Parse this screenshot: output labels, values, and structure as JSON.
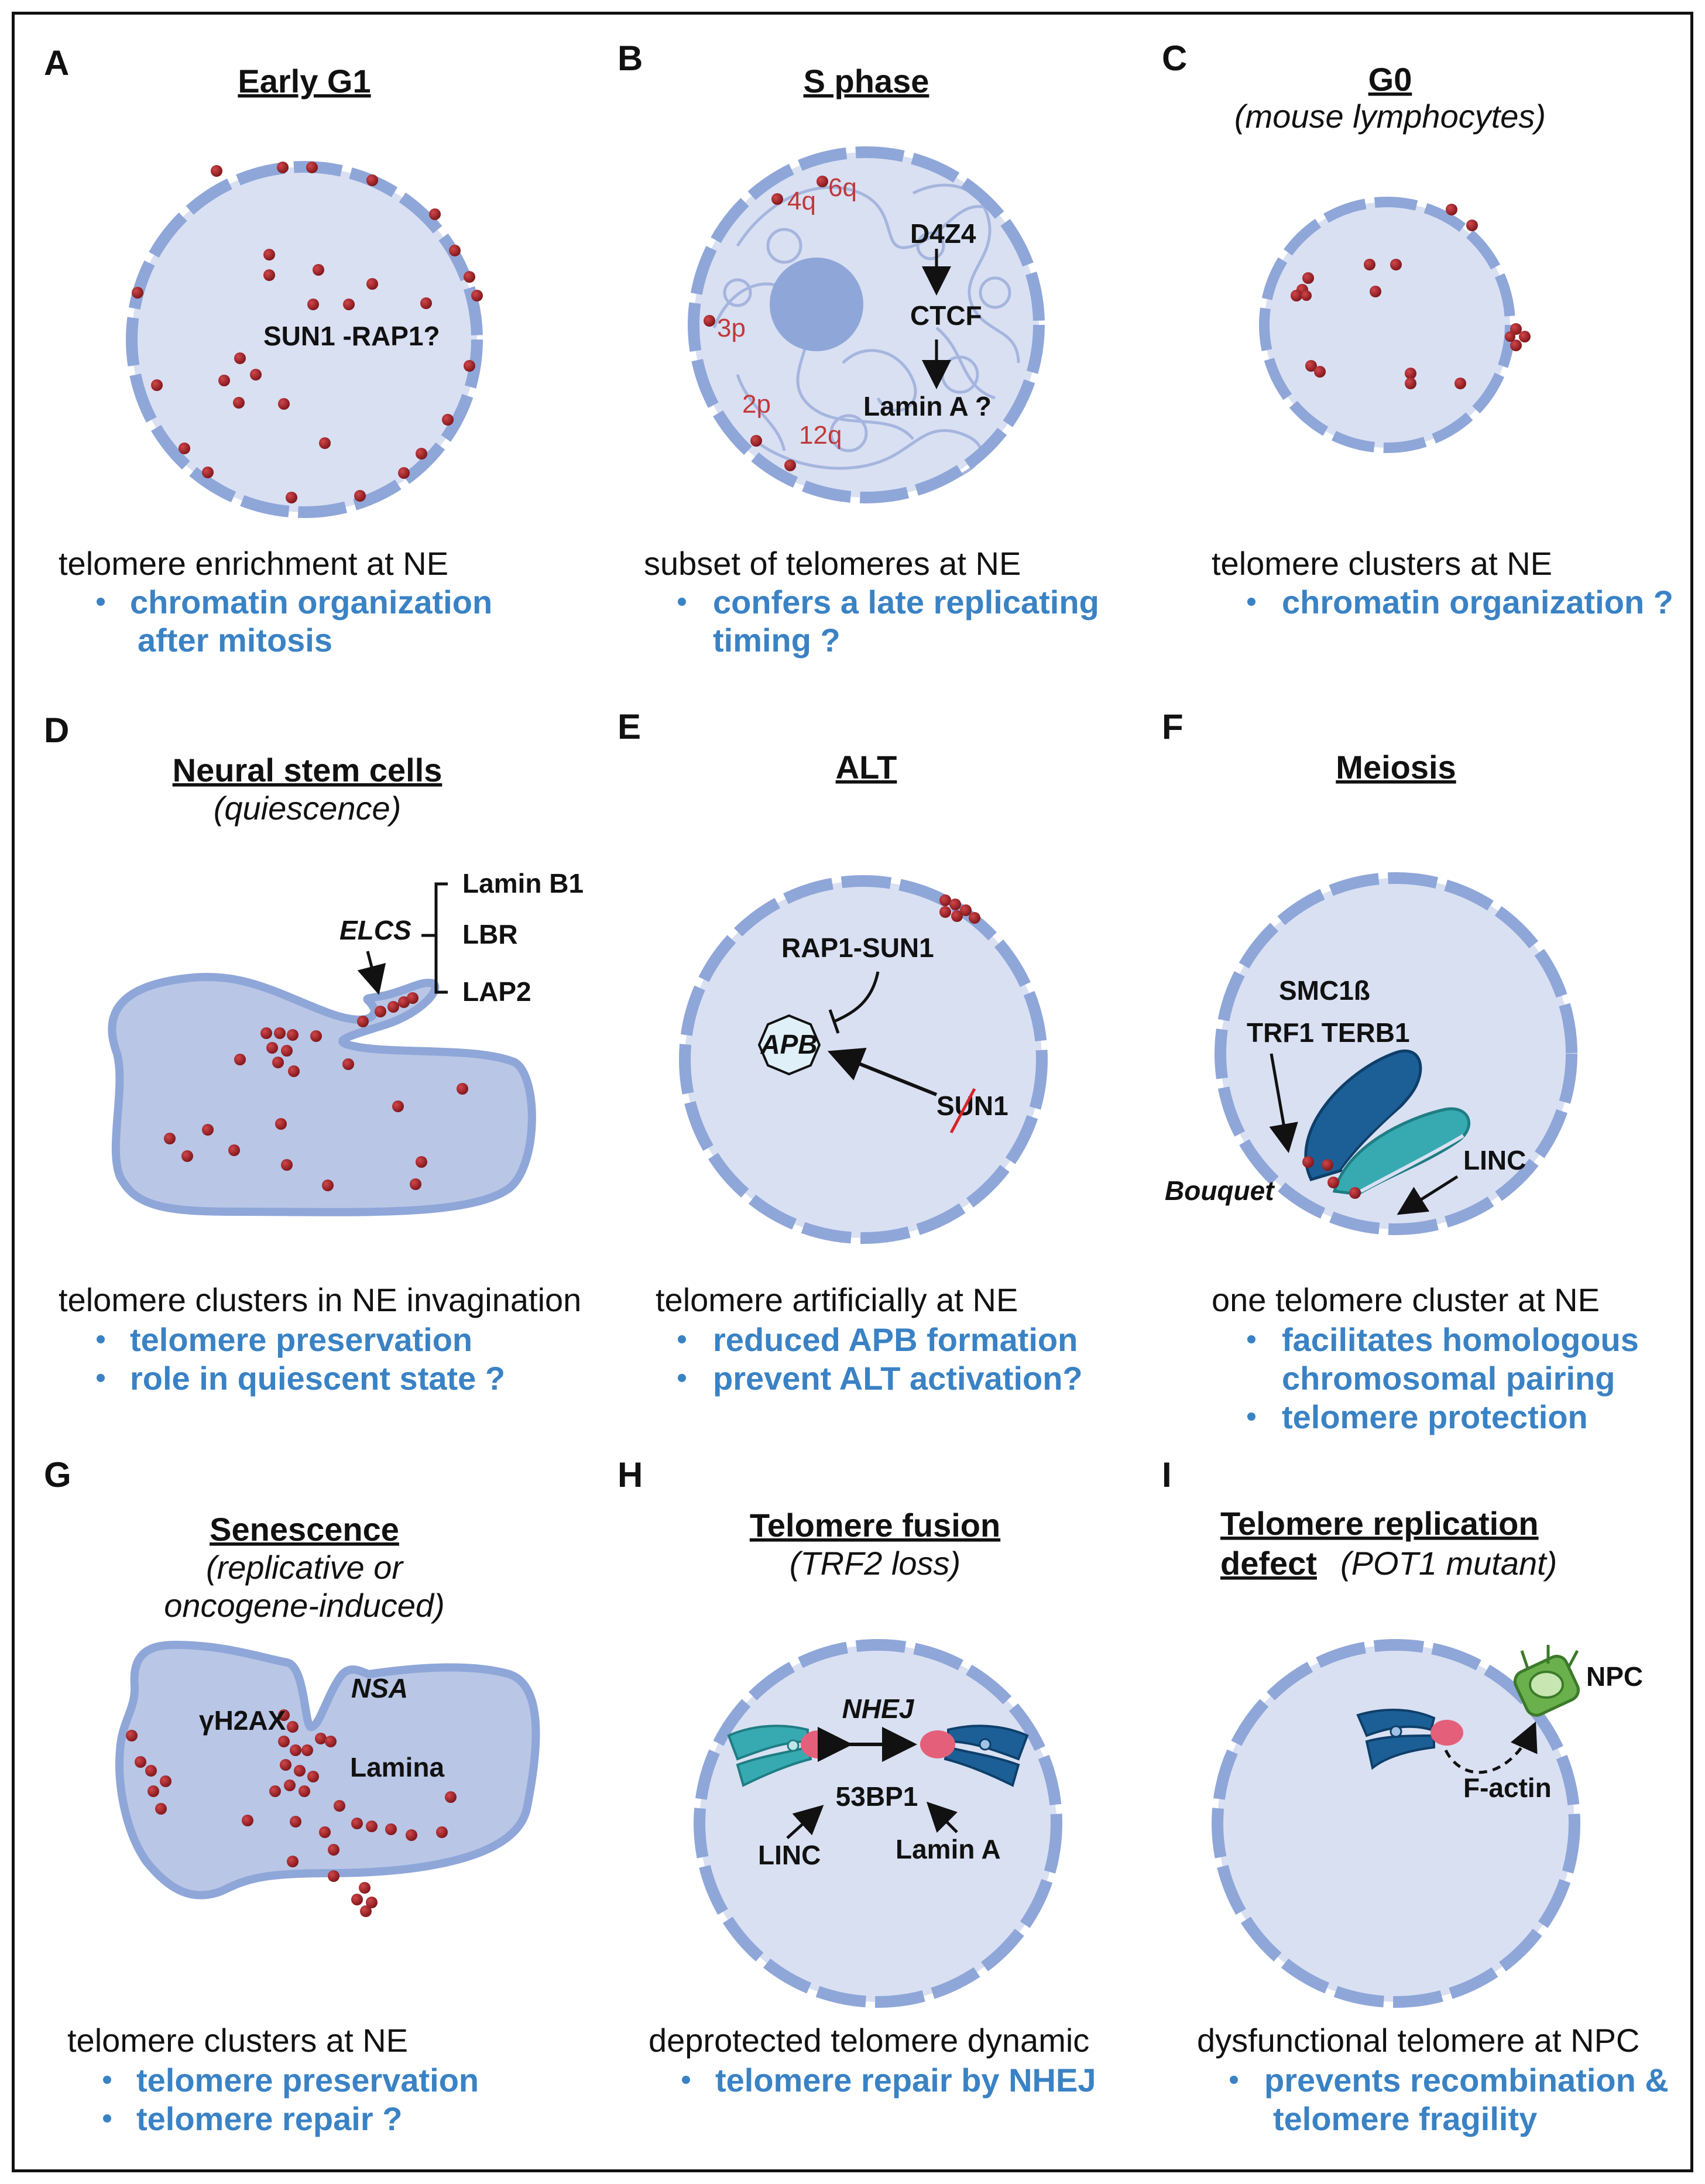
{
  "panels": {
    "A": {
      "letter": "A",
      "title": "Early G1",
      "annotation": "SUN1 -RAP1?",
      "caption": "telomere enrichment at NE",
      "bullet1a": "chromatin organization",
      "bullet1b": "after mitosis"
    },
    "B": {
      "letter": "B",
      "title": "S phase",
      "labels": {
        "d4z4": "D4Z4",
        "ctcf": "CTCF",
        "lamina": "Lamin A ?",
        "c4q": "4q",
        "c6q": "6q",
        "c3p": "3p",
        "c2p": "2p",
        "c12q": "12q"
      },
      "caption": "subset of telomeres at NE",
      "bullet1a": "confers a late replicating",
      "bullet1b": "timing ?"
    },
    "C": {
      "letter": "C",
      "title": "G0",
      "subtitle": "(mouse lymphocytes)",
      "caption": "telomere clusters at NE",
      "bullet1": "chromatin organization ?"
    },
    "D": {
      "letter": "D",
      "title": "Neural stem cells",
      "subtitle": "(quiescence)",
      "labels": {
        "elcs": "ELCS",
        "laminb1": "Lamin B1",
        "lbr": "LBR",
        "lap2": "LAP2"
      },
      "caption": "telomere clusters in NE invagination",
      "bullet1": "telomere preservation",
      "bullet2": "role in quiescent state ?"
    },
    "E": {
      "letter": "E",
      "title": "ALT",
      "labels": {
        "rap1sun1": "RAP1-SUN1",
        "apb": "APB",
        "sun1": "SUN1"
      },
      "caption": "telomere artificially  at NE",
      "bullet1": "reduced APB formation",
      "bullet2": "prevent ALT activation?"
    },
    "F": {
      "letter": "F",
      "title": "Meiosis",
      "labels": {
        "smc1b": "SMC1ß",
        "trf1terb1": "TRF1 TERB1",
        "linc": "LINC",
        "bouquet": "Bouquet"
      },
      "caption": "one telomere cluster at NE",
      "bullet1a": "facilitates homologous",
      "bullet1b": "chromosomal pairing",
      "bullet2": "telomere protection"
    },
    "G": {
      "letter": "G",
      "title": "Senescence",
      "subtitle1": "(replicative or",
      "subtitle2": "oncogene-induced)",
      "labels": {
        "nsa": "NSA",
        "gh2ax": "γH2AX",
        "lamina": "Lamina"
      },
      "caption": "telomere clusters at NE",
      "bullet1": "telomere preservation",
      "bullet2": "telomere repair ?"
    },
    "H": {
      "letter": "H",
      "title": "Telomere fusion",
      "subtitle": "(TRF2 loss)",
      "labels": {
        "nhej": "NHEJ",
        "p53bp1": "53BP1",
        "linc": "LINC",
        "lamina": "Lamin A"
      },
      "caption": "deprotected telomere dynamic",
      "bullet1": "telomere repair by NHEJ"
    },
    "I": {
      "letter": "I",
      "title1": "Telomere replication",
      "title2": "defect",
      "subtitle": "(POT1 mutant)",
      "labels": {
        "npc": "NPC",
        "factin": "F-actin"
      },
      "caption": "dysfunctional telomere at NPC",
      "bullet1a": "prevents recombination &",
      "bullet1b": "telomere fragility"
    }
  },
  "colors": {
    "membrane": "#8fa6d8",
    "nucleus": "#d9e0f2",
    "nucleus_dark": "#b9c6e6",
    "telomere": "#a8242a",
    "blue_text": "#3a82c4",
    "chromo_dark": "#1c5f96",
    "chromo_teal": "#36aab0",
    "pink": "#e4607a",
    "npc_green": "#6ab04c"
  }
}
